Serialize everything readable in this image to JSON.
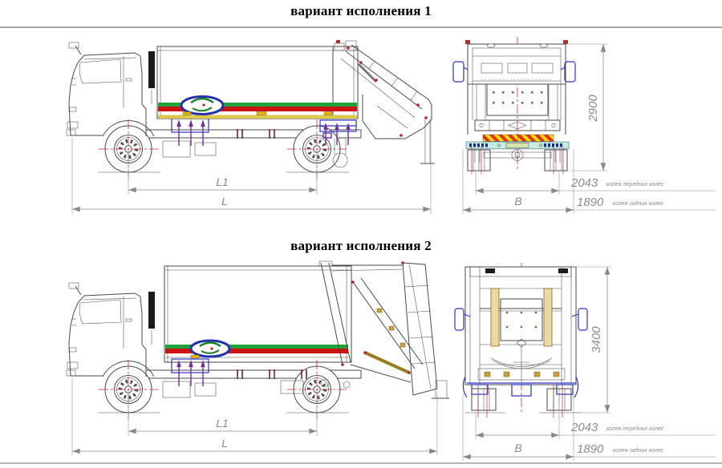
{
  "colors": {
    "line": "#4a4a4a",
    "dim": "#8a8a8a",
    "centerline": "#cc2a2a",
    "accent-blue": "#2a35c0",
    "purple": "#7030a0",
    "stripe-green": "#1ea33c",
    "stripe-red": "#cc1212",
    "stripe-yellow": "#ddc84e",
    "hazard-red": "#e03010",
    "hazard-yellow": "#ffdd00",
    "bumper-cyan": "#c8ece2",
    "logo-blue": "#2233aa",
    "logo-green": "#1d7d2a",
    "rule-gray": "#a6a6a6",
    "title-color": "#000000"
  },
  "variants": [
    {
      "title": "вариант исполнения 1",
      "side": {
        "wheelbase_label": "L1",
        "length_label": "L"
      },
      "rear": {
        "height_value": "2900",
        "width_label": "B",
        "front_track_value": "2043",
        "front_track_label": "колея передних колес",
        "rear_track_value": "1890",
        "rear_track_label": "колея задних колес"
      }
    },
    {
      "title": "вариант исполнения 2",
      "side": {
        "wheelbase_label": "L1",
        "length_label": "L"
      },
      "rear": {
        "height_value": "3400",
        "width_label": "B",
        "front_track_value": "2043",
        "front_track_label": "колея передних колес",
        "rear_track_value": "1890",
        "rear_track_label": "колея задних колес"
      }
    }
  ]
}
